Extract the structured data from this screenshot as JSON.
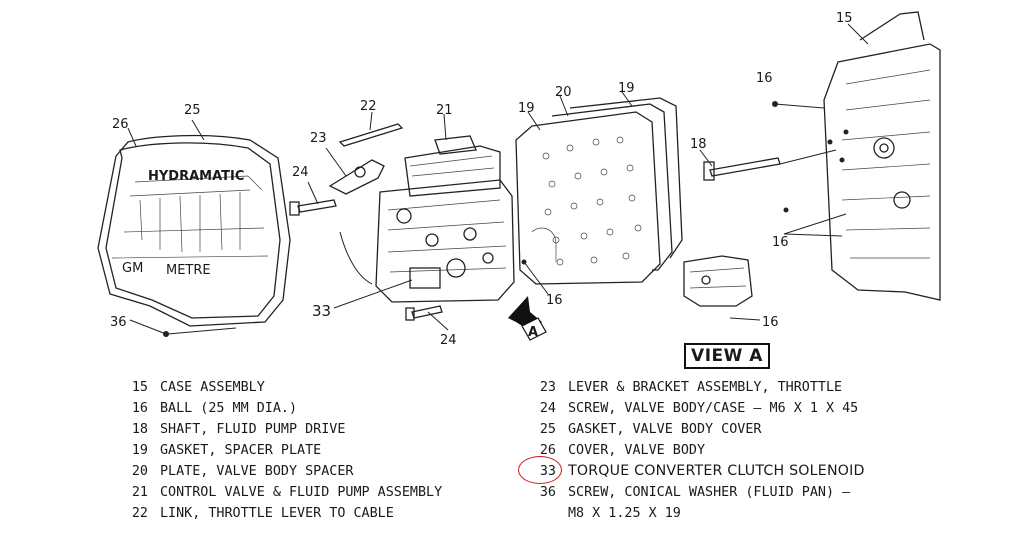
{
  "callouts": {
    "c15_top": "15",
    "c25": "25",
    "c26": "26",
    "c22": "22",
    "c21": "21",
    "c23": "23",
    "c24_top": "24",
    "c24_bottom": "24",
    "c33": "33",
    "c36": "36",
    "c19_a": "19",
    "c19_b": "19",
    "c20": "20",
    "c18": "18",
    "c16_top": "16",
    "c16_right": "16",
    "c16_mid": "16",
    "c16_viewa": "16",
    "view_a_arrow": "A"
  },
  "cover_text": {
    "brand": "HYDRAMATIC",
    "left": "GM",
    "right": "METRE"
  },
  "view_label": "VIEW A",
  "legend_left": [
    {
      "num": "15",
      "text": "CASE ASSEMBLY"
    },
    {
      "num": "16",
      "text": "BALL (25 MM DIA.)"
    },
    {
      "num": "18",
      "text": "SHAFT, FLUID PUMP DRIVE"
    },
    {
      "num": "19",
      "text": "GASKET, SPACER PLATE"
    },
    {
      "num": "20",
      "text": "PLATE, VALVE BODY SPACER"
    },
    {
      "num": "21",
      "text": "CONTROL VALVE & FLUID PUMP ASSEMBLY"
    },
    {
      "num": "22",
      "text": "LINK, THROTTLE LEVER TO CABLE"
    }
  ],
  "legend_right": [
    {
      "num": "23",
      "text": "LEVER & BRACKET ASSEMBLY, THROTTLE"
    },
    {
      "num": "24",
      "text": "SCREW, VALVE BODY/CASE – M6 X 1 X 45"
    },
    {
      "num": "25",
      "text": "GASKET, VALVE BODY COVER"
    },
    {
      "num": "26",
      "text": "COVER, VALVE BODY"
    },
    {
      "num": "33",
      "text": "TORQUE CONVERTER CLUTCH SOLENOID"
    },
    {
      "num": "36",
      "text": "SCREW, CONICAL WASHER (FLUID PAN) –"
    },
    {
      "num": "",
      "text": "M8 X 1.25 X 19"
    }
  ],
  "colors": {
    "ink": "#1a1a1a",
    "highlight_circle": "#d01818"
  }
}
